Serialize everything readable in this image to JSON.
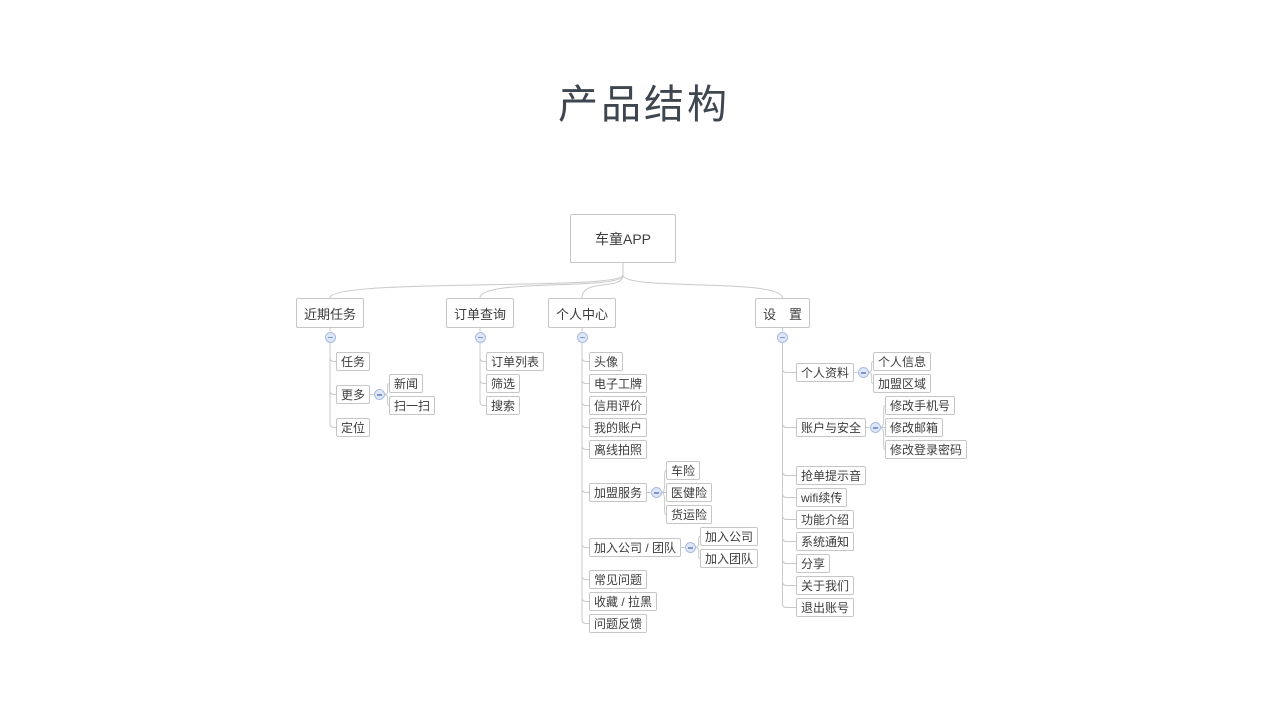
{
  "page": {
    "title": "产品结构"
  },
  "colors": {
    "wire": "#c9c9c9",
    "node_border": "#c6c6c6",
    "node_text": "#3c3c3c",
    "title_text": "#3e4650",
    "toggle_fill": "#dfe7f7",
    "toggle_border": "#a6bbe3",
    "toggle_glyph": "#7e97d0"
  },
  "icons": {
    "collapse": "minus-circle-icon"
  },
  "mindmap": {
    "root": {
      "label": "车童APP"
    },
    "branches": [
      {
        "label": "近期任务",
        "children": [
          {
            "label": "任务"
          },
          {
            "label": "更多",
            "children": [
              {
                "label": "新闻"
              },
              {
                "label": "扫一扫"
              }
            ]
          },
          {
            "label": "定位"
          }
        ]
      },
      {
        "label": "订单查询",
        "children": [
          {
            "label": "订单列表"
          },
          {
            "label": "筛选"
          },
          {
            "label": "搜索"
          }
        ]
      },
      {
        "label": "个人中心",
        "children": [
          {
            "label": "头像"
          },
          {
            "label": "电子工牌"
          },
          {
            "label": "信用评价"
          },
          {
            "label": "我的账户"
          },
          {
            "label": "离线拍照"
          },
          {
            "label": "加盟服务",
            "children": [
              {
                "label": "车险"
              },
              {
                "label": "医健险"
              },
              {
                "label": "货运险"
              }
            ]
          },
          {
            "label": "加入公司 / 团队",
            "children": [
              {
                "label": "加入公司"
              },
              {
                "label": "加入团队"
              }
            ]
          },
          {
            "label": "常见问题"
          },
          {
            "label": "收藏 / 拉黑"
          },
          {
            "label": "问题反馈"
          }
        ]
      },
      {
        "label": "设　置",
        "children": [
          {
            "label": "个人资料",
            "children": [
              {
                "label": "个人信息"
              },
              {
                "label": "加盟区域"
              }
            ]
          },
          {
            "label": "账户与安全",
            "children": [
              {
                "label": "修改手机号"
              },
              {
                "label": "修改邮箱"
              },
              {
                "label": "修改登录密码"
              }
            ]
          },
          {
            "label": "抢单提示音"
          },
          {
            "label": "wifi续传"
          },
          {
            "label": "功能介绍"
          },
          {
            "label": "系统通知"
          },
          {
            "label": "分享"
          },
          {
            "label": "关于我们"
          },
          {
            "label": "退出账号"
          }
        ]
      }
    ]
  }
}
